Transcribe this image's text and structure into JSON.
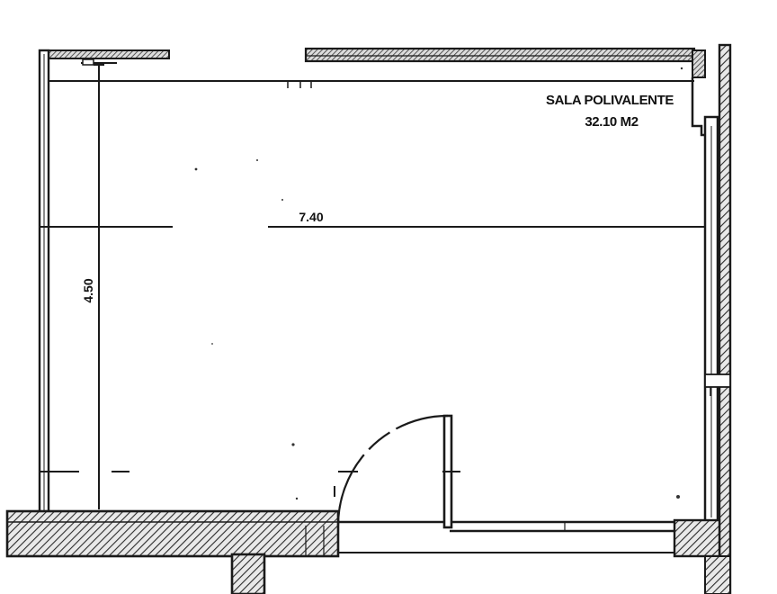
{
  "room": {
    "name": "SALA POLIVALENTE",
    "area": "32.10 M2"
  },
  "dimensions": {
    "width": "7.40",
    "height": "4.50"
  },
  "colors": {
    "ink": "#1a1a1a",
    "paper": "#ffffff",
    "hatch": "#2b2b2b"
  }
}
